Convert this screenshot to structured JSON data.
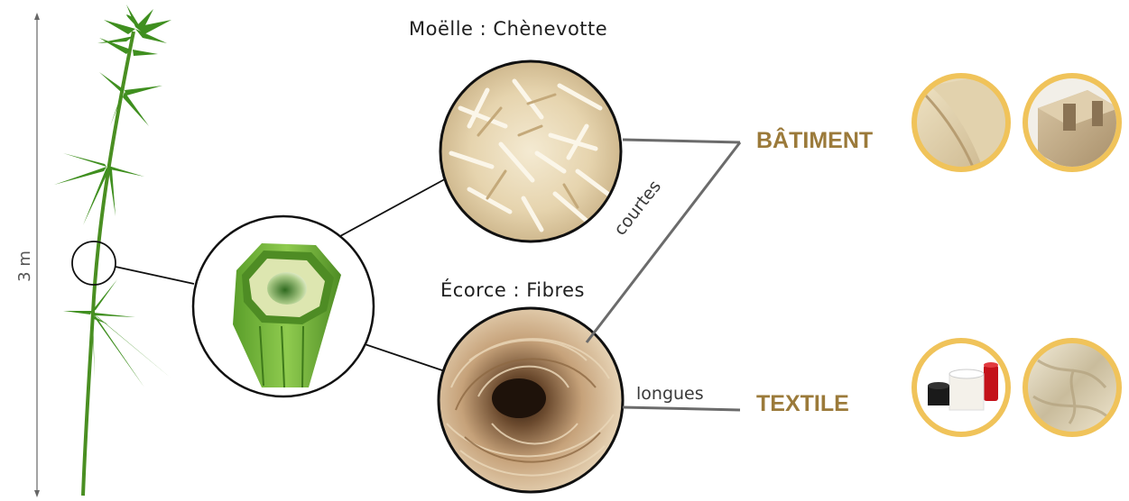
{
  "height_label": "3 m",
  "pith": {
    "title": "Moëlle : Chènevotte"
  },
  "bark": {
    "title": "Écorce : Fibres"
  },
  "fibers": {
    "short": "courtes",
    "long": "longues"
  },
  "uses": {
    "building": "BÂTIMENT",
    "textile": "TEXTILE"
  },
  "colors": {
    "plant_green": "#3f8f1f",
    "stem_light": "#7fc043",
    "use_label_gold": "#9b7a3a",
    "thumb_ring": "#f0c35a"
  }
}
